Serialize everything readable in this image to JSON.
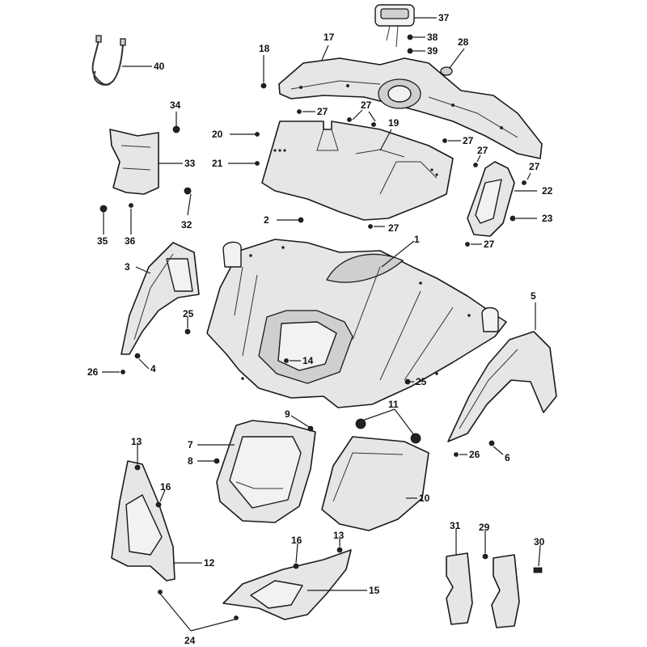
{
  "callouts": {
    "c1": "1",
    "c2": "2",
    "c3": "3",
    "c4": "4",
    "c5": "5",
    "c6": "6",
    "c7": "7",
    "c8": "8",
    "c9": "9",
    "c10": "10",
    "c11": "11",
    "c12": "12",
    "c13a": "13",
    "c13b": "13",
    "c14": "14",
    "c15": "15",
    "c16a": "16",
    "c16b": "16",
    "c17": "17",
    "c18": "18",
    "c19": "19",
    "c20": "20",
    "c21": "21",
    "c22": "22",
    "c23": "23",
    "c24": "24",
    "c25a": "25",
    "c25b": "25",
    "c26a": "26",
    "c26b": "26",
    "c27a": "27",
    "c27b": "27",
    "c27c": "27",
    "c27d": "27",
    "c27e": "27",
    "c27f": "27",
    "c27g": "27",
    "c28": "28",
    "c29": "29",
    "c30": "30",
    "c31": "31",
    "c32": "32",
    "c33": "33",
    "c34": "34",
    "c35": "35",
    "c36": "36",
    "c37": "37",
    "c38": "38",
    "c39": "39",
    "c40": "40"
  }
}
